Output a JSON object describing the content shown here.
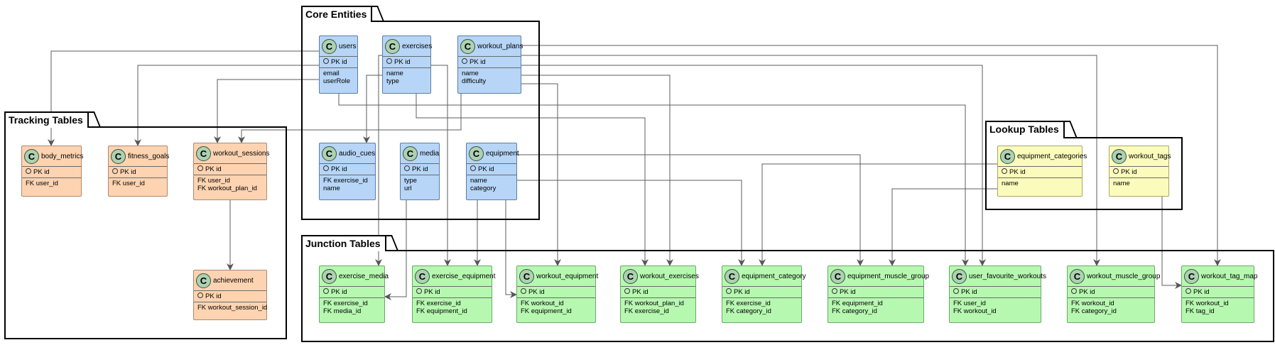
{
  "packages": [
    {
      "id": "core",
      "title": "Core Entities"
    },
    {
      "id": "track",
      "title": "Tracking Tables"
    },
    {
      "id": "look",
      "title": "Lookup Tables"
    },
    {
      "id": "junc",
      "title": "Junction Tables"
    }
  ],
  "icon_letter": "C",
  "entities": {
    "users": {
      "name": "users",
      "pk": "PK id",
      "fields": [
        "email",
        "userRole"
      ]
    },
    "exercises": {
      "name": "exercises",
      "pk": "PK id",
      "fields": [
        "name",
        "type"
      ]
    },
    "workout_plans": {
      "name": "workout_plans",
      "pk": "PK id",
      "fields": [
        "name",
        "difficulty"
      ]
    },
    "audio_cues": {
      "name": "audio_cues",
      "pk": "PK id",
      "fields": [
        "FK exercise_id",
        "name"
      ]
    },
    "media": {
      "name": "media",
      "pk": "PK id",
      "fields": [
        "type",
        "url"
      ]
    },
    "equipment": {
      "name": "equipment",
      "pk": "PK id",
      "fields": [
        "name",
        "category"
      ]
    },
    "body_metrics": {
      "name": "body_metrics",
      "pk": "PK id",
      "fields": [
        "FK user_id"
      ]
    },
    "fitness_goals": {
      "name": "fitness_goals",
      "pk": "PK id",
      "fields": [
        "FK user_id"
      ]
    },
    "workout_sessions": {
      "name": "workout_sessions",
      "pk": "PK id",
      "fields": [
        "FK user_id",
        "FK workout_plan_id"
      ]
    },
    "achievement": {
      "name": "achievement",
      "pk": "PK id",
      "fields": [
        "FK workout_session_id"
      ]
    },
    "equipment_categories": {
      "name": "equipment_categories",
      "pk": "PK id",
      "fields": [
        "name"
      ]
    },
    "workout_tags": {
      "name": "workout_tags",
      "pk": "PK id",
      "fields": [
        "name"
      ]
    },
    "exercise_media": {
      "name": "exercise_media",
      "pk": "PK id",
      "fields": [
        "FK exercise_id",
        "FK media_id"
      ]
    },
    "exercise_equipment": {
      "name": "exercise_equipment",
      "pk": "PK id",
      "fields": [
        "FK exercise_id",
        "FK equipment_id"
      ]
    },
    "workout_equipment": {
      "name": "workout_equipment",
      "pk": "PK id",
      "fields": [
        "FK workout_id",
        "FK equipment_id"
      ]
    },
    "workout_exercises": {
      "name": "workout_exercises",
      "pk": "PK id",
      "fields": [
        "FK workout_plan_id",
        "FK exercise_id"
      ]
    },
    "equipment_category": {
      "name": "equipment_category",
      "pk": "PK id",
      "fields": [
        "FK exercise_id",
        "FK category_id"
      ]
    },
    "equipment_muscle_group": {
      "name": "equipment_muscle_group",
      "pk": "PK id",
      "fields": [
        "FK equipment_id",
        "FK category_id"
      ]
    },
    "user_favourite_workouts": {
      "name": "user_favourite_workouts",
      "pk": "PK id",
      "fields": [
        "FK user_id",
        "FK workout_id"
      ]
    },
    "workout_muscle_group": {
      "name": "workout_muscle_group",
      "pk": "PK id",
      "fields": [
        "FK workout_id",
        "FK category_id"
      ]
    },
    "workout_tag_map": {
      "name": "workout_tag_map",
      "pk": "PK id",
      "fields": [
        "FK workout_id",
        "FK tag_id"
      ]
    }
  },
  "relationships": [
    {
      "from": "users",
      "to": "body_metrics"
    },
    {
      "from": "users",
      "to": "fitness_goals"
    },
    {
      "from": "users",
      "to": "workout_sessions"
    },
    {
      "from": "users",
      "to": "user_favourite_workouts"
    },
    {
      "from": "workout_plans",
      "to": "workout_sessions"
    },
    {
      "from": "workout_sessions",
      "to": "achievement"
    },
    {
      "from": "exercises",
      "to": "audio_cues"
    },
    {
      "from": "exercises",
      "to": "exercise_media"
    },
    {
      "from": "exercises",
      "to": "exercise_equipment"
    },
    {
      "from": "exercises",
      "to": "workout_exercises"
    },
    {
      "from": "media",
      "to": "exercise_media"
    },
    {
      "from": "equipment",
      "to": "exercise_equipment"
    },
    {
      "from": "equipment",
      "to": "workout_equipment"
    },
    {
      "from": "equipment",
      "to": "equipment_category"
    },
    {
      "from": "equipment",
      "to": "equipment_muscle_group"
    },
    {
      "from": "workout_plans",
      "to": "workout_equipment"
    },
    {
      "from": "workout_plans",
      "to": "workout_exercises"
    },
    {
      "from": "workout_plans",
      "to": "user_favourite_workouts"
    },
    {
      "from": "workout_plans",
      "to": "workout_muscle_group"
    },
    {
      "from": "workout_plans",
      "to": "workout_tag_map"
    },
    {
      "from": "equipment_categories",
      "to": "equipment_category"
    },
    {
      "from": "equipment_categories",
      "to": "equipment_muscle_group"
    },
    {
      "from": "workout_tags",
      "to": "workout_tag_map"
    }
  ]
}
